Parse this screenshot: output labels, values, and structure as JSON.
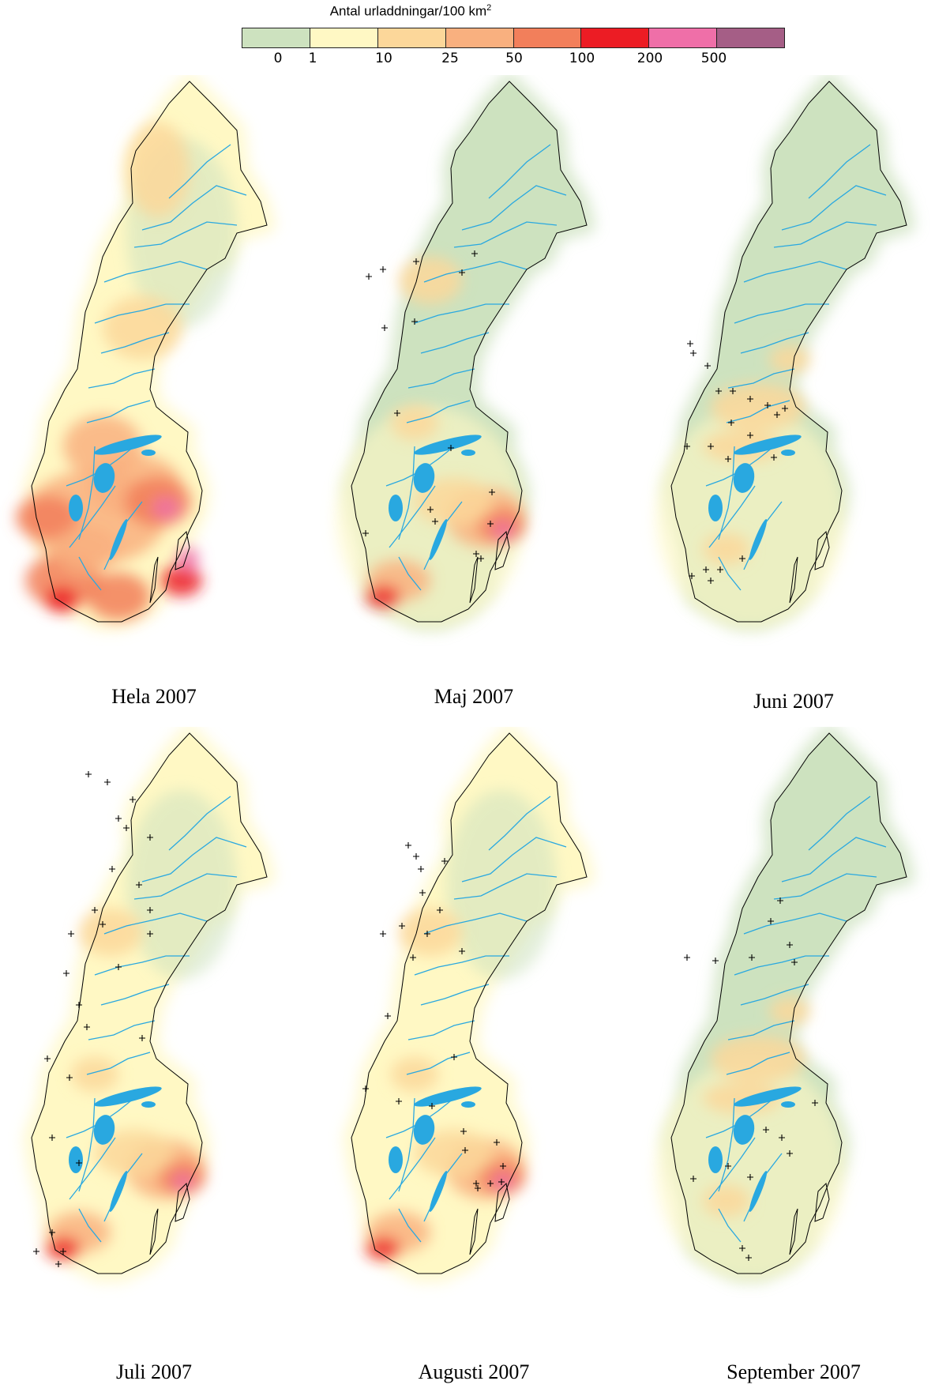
{
  "legend": {
    "title": "Antal urladdningar/100 km",
    "title_superscript": "2",
    "ticks": [
      "0",
      "1",
      "10",
      "25",
      "50",
      "100",
      "200",
      "500"
    ],
    "classes": [
      {
        "from": 0,
        "to": 1,
        "color": "#cde2bf"
      },
      {
        "from": 1,
        "to": 10,
        "color": "#fff8c4"
      },
      {
        "from": 10,
        "to": 25,
        "color": "#fcd79a"
      },
      {
        "from": 25,
        "to": 50,
        "color": "#f9b07f"
      },
      {
        "from": 50,
        "to": 100,
        "color": "#f27f5b"
      },
      {
        "from": 100,
        "to": 200,
        "color": "#ec1c24"
      },
      {
        "from": 200,
        "to": 500,
        "color": "#ef6fa8"
      },
      {
        "from": 500,
        "to": null,
        "color": "#a55e86"
      }
    ]
  },
  "maps": [
    {
      "caption": "Hela 2007",
      "base_class": 1,
      "intensity": "high"
    },
    {
      "caption": "Maj 2007",
      "base_class": 0,
      "intensity": "medium"
    },
    {
      "caption": "Juni 2007",
      "base_class": 0,
      "intensity": "low"
    },
    {
      "caption": "Juli 2007",
      "base_class": 1,
      "intensity": "medium"
    },
    {
      "caption": "Augusti 2007",
      "base_class": 1,
      "intensity": "medium"
    },
    {
      "caption": "September 2007",
      "base_class": 0,
      "intensity": "low"
    }
  ],
  "colors": {
    "river": "#29a8e0",
    "outline": "#000000",
    "marker": "#000000"
  }
}
